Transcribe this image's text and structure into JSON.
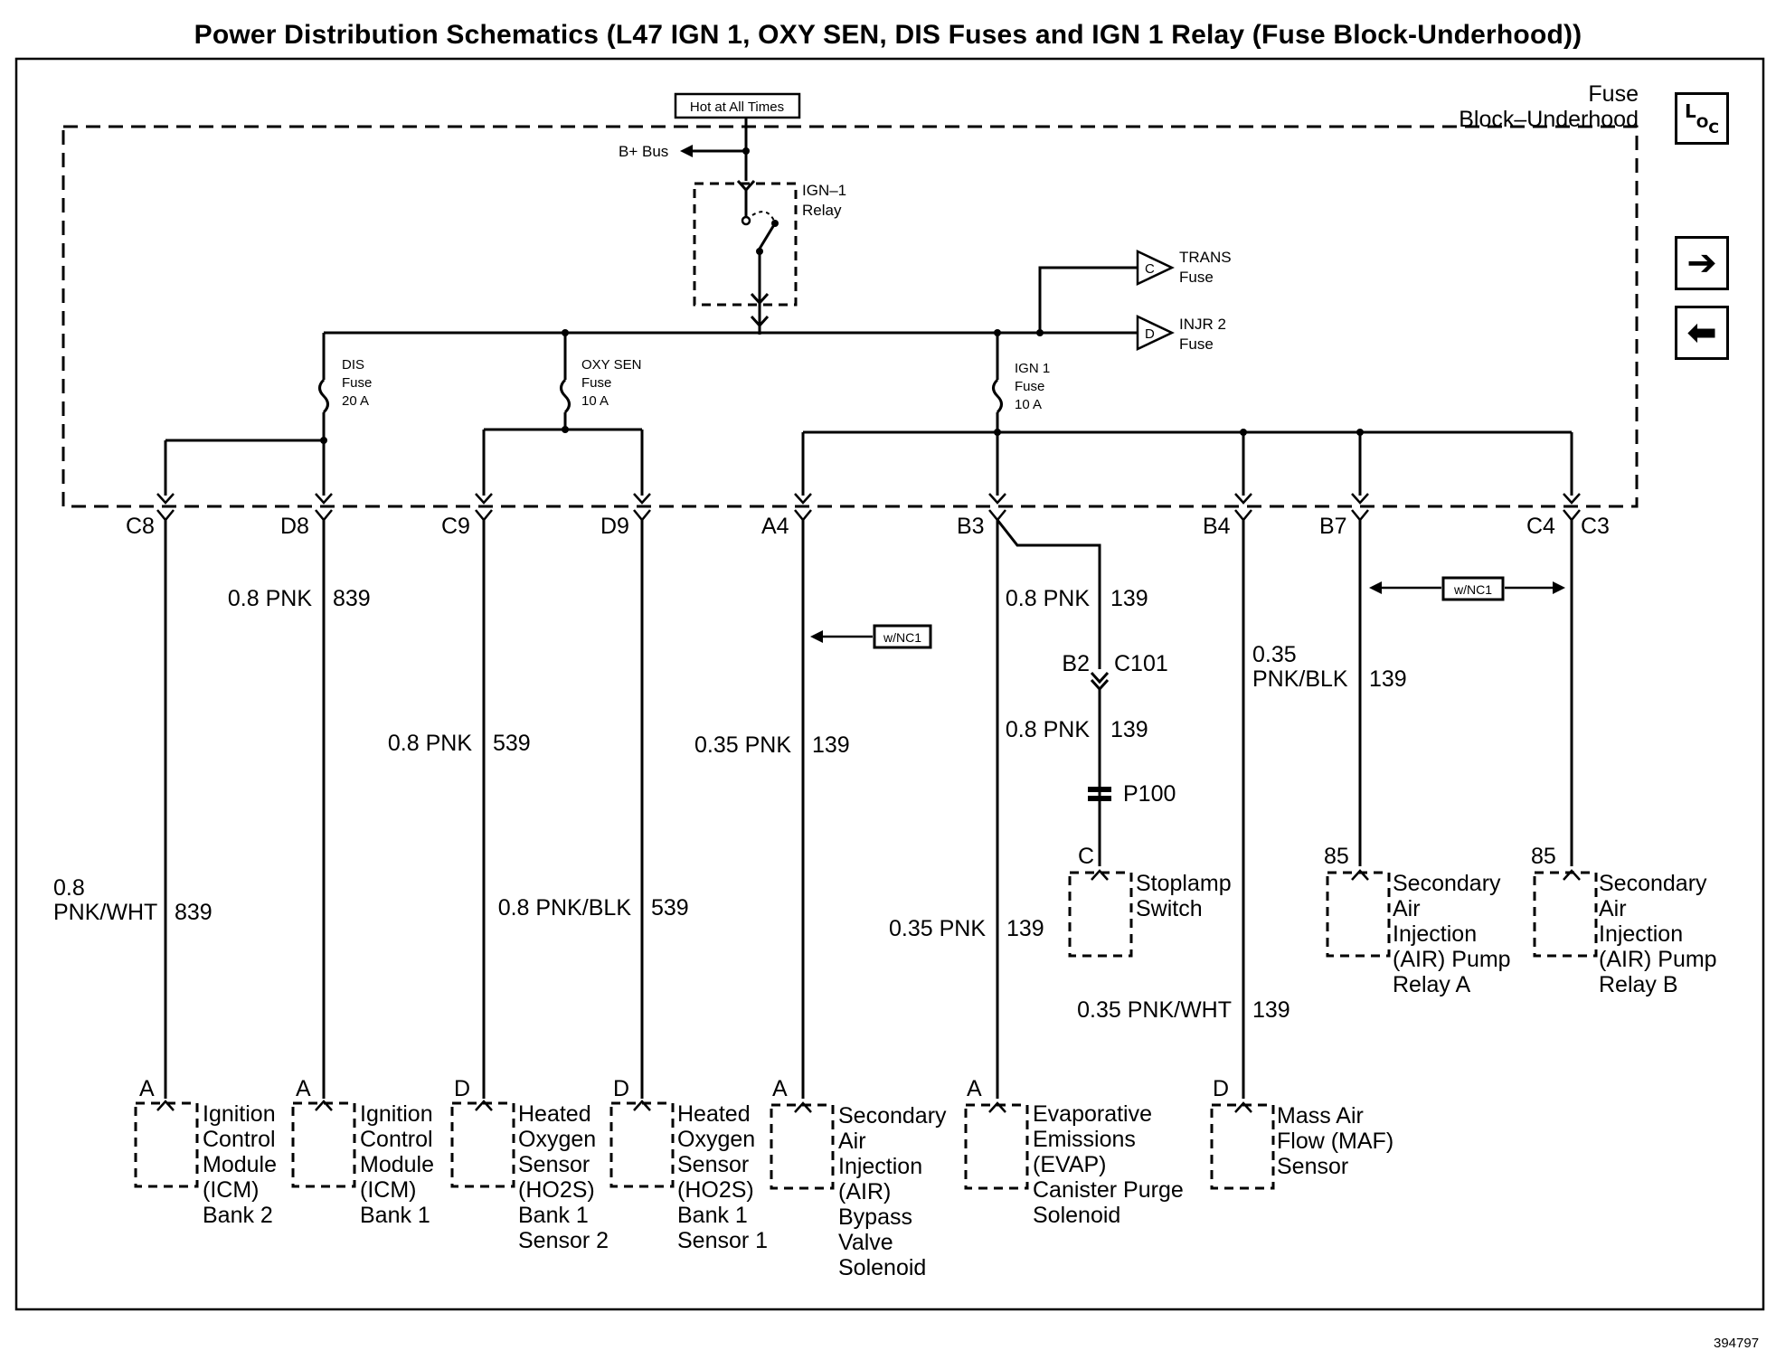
{
  "title": "Power Distribution Schematics (L47 IGN 1, OXY SEN, DIS Fuses and IGN 1 Relay (Fuse Block-Underhood))",
  "fuse_block": {
    "line1": "Fuse",
    "line2": "Block–Underhood"
  },
  "hot_label": "Hot at All Times",
  "bplus_bus": "B+ Bus",
  "relay": {
    "line1": "IGN–1",
    "line2": "Relay"
  },
  "fuses": {
    "dis": [
      "DIS",
      "Fuse",
      "20 A"
    ],
    "oxy": [
      "OXY SEN",
      "Fuse",
      "10 A"
    ],
    "ign": [
      "IGN 1",
      "Fuse",
      "10 A"
    ]
  },
  "outputs": {
    "trans": {
      "letter": "C",
      "line1": "TRANS",
      "line2": "Fuse"
    },
    "injr": {
      "letter": "D",
      "line1": "INJR 2",
      "line2": "Fuse"
    }
  },
  "connectors": [
    "C8",
    "D8",
    "C9",
    "D9",
    "A4",
    "B3",
    "B4",
    "B7",
    "C4",
    "C3"
  ],
  "wires": {
    "c8": {
      "size1": "0.8",
      "size2": "PNK/WHT",
      "circuit": "839"
    },
    "d8": {
      "size": "0.8 PNK",
      "circuit": "839"
    },
    "c9": {
      "size": "0.8 PNK",
      "circuit": "539"
    },
    "d9": {
      "size": "0.8 PNK/BLK",
      "circuit": "539"
    },
    "a4": {
      "size": "0.35 PNK",
      "circuit": "139"
    },
    "b3_upper": {
      "size": "0.8 PNK",
      "circuit": "139"
    },
    "b3_mid": {
      "size": "0.8 PNK",
      "circuit": "139"
    },
    "b3_evap": {
      "size": "0.35 PNK",
      "circuit": "139"
    },
    "b4": {
      "size1": "0.35",
      "size2": "PNK/BLK",
      "circuit": "139"
    },
    "maf": {
      "size": "0.35 PNK/WHT",
      "circuit": "139"
    }
  },
  "wnc1": "w/NC1",
  "c101": {
    "pin": "B2",
    "name": "C101"
  },
  "splice": "P100",
  "component_pins": {
    "icm2": "A",
    "icm1": "A",
    "ho2s2": "D",
    "ho2s1": "D",
    "air": "A",
    "evap": "A",
    "maf": "D",
    "stoplamp": "C",
    "relay_a": "85",
    "relay_b": "85"
  },
  "components": {
    "icm2": [
      "Ignition",
      "Control",
      "Module",
      "(ICM)",
      "Bank 2"
    ],
    "icm1": [
      "Ignition",
      "Control",
      "Module",
      "(ICM)",
      "Bank 1"
    ],
    "ho2s2": [
      "Heated",
      "Oxygen",
      "Sensor",
      "(HO2S)",
      "Bank 1",
      "Sensor 2"
    ],
    "ho2s1": [
      "Heated",
      "Oxygen",
      "Sensor",
      "(HO2S)",
      "Bank 1",
      "Sensor 1"
    ],
    "air": [
      "Secondary",
      "Air",
      "Injection",
      "(AIR)",
      "Bypass",
      "Valve",
      "Solenoid"
    ],
    "evap": [
      "Evaporative",
      "Emissions",
      "(EVAP)",
      "Canister Purge",
      "Solenoid"
    ],
    "maf": [
      "Mass Air",
      "Flow (MAF)",
      "Sensor"
    ],
    "stoplamp": [
      "Stoplamp",
      "Switch"
    ],
    "relay_a": [
      "Secondary",
      "Air",
      "Injection",
      "(AIR) Pump",
      "Relay A"
    ],
    "relay_b": [
      "Secondary",
      "Air",
      "Injection",
      "(AIR) Pump",
      "Relay B"
    ]
  },
  "nav": {
    "loc": "L",
    "loc_sub1": "O",
    "loc_sub2": "C",
    "next": "➔",
    "prev": "⬅"
  },
  "doc_id": "394797"
}
